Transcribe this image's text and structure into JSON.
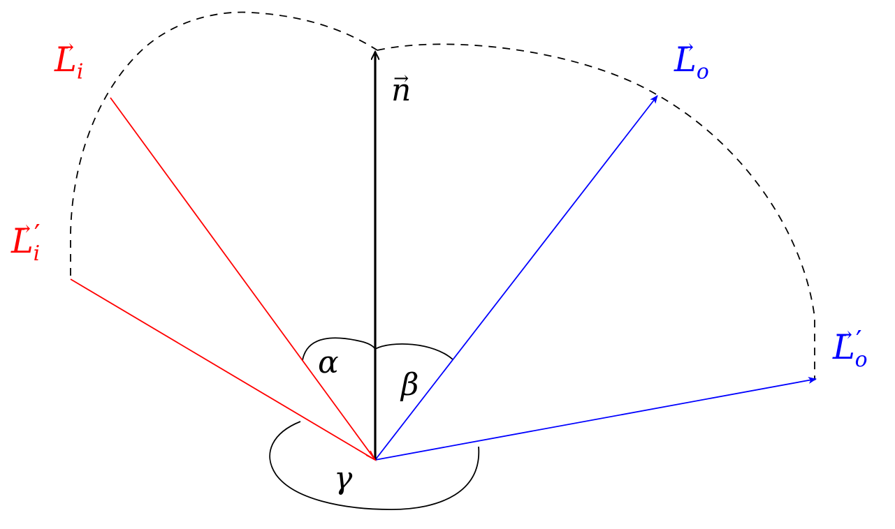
{
  "labels": {
    "n": {
      "symbol": "n",
      "color": "#000000"
    },
    "Li": {
      "symbol": "L",
      "sub": "i",
      "prime": "",
      "color": "#ff0000"
    },
    "Li_prime": {
      "symbol": "L",
      "sub": "i",
      "prime": "′",
      "color": "#ff0000"
    },
    "Lo": {
      "symbol": "L",
      "sub": "o",
      "prime": "",
      "color": "#0000ff"
    },
    "Lo_prime": {
      "symbol": "L",
      "sub": "o",
      "prime": "′",
      "color": "#0000ff"
    },
    "alpha": "α",
    "beta": "β",
    "gamma": "γ",
    "arrow_glyph": "→"
  },
  "colors": {
    "incident": "#ff0000",
    "outgoing": "#0000ff",
    "normal": "#000000",
    "guide": "#000000"
  }
}
